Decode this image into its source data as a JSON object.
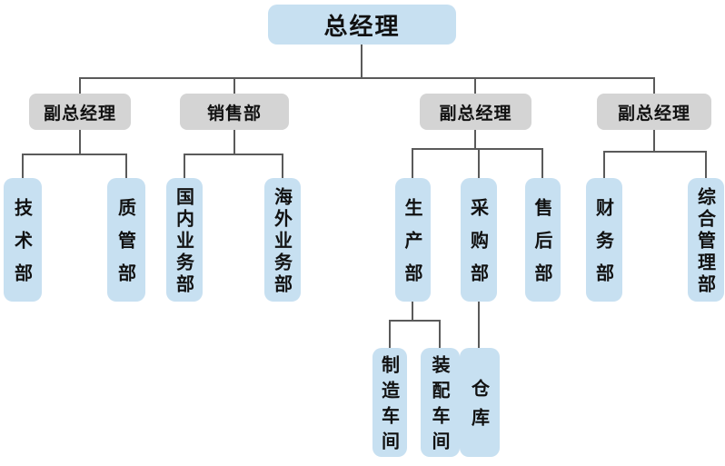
{
  "diagram": {
    "type": "org-chart",
    "root": {
      "label": "总经理"
    },
    "branches": [
      {
        "label": "副总经理",
        "children": [
          {
            "label": "技术部"
          },
          {
            "label": "质管部"
          }
        ]
      },
      {
        "label": "销售部",
        "children": [
          {
            "label": "国内业务部"
          },
          {
            "label": "海外业务部"
          }
        ]
      },
      {
        "label": "副总经理",
        "children": [
          {
            "label": "生产部",
            "children": [
              {
                "label": "制造车间"
              },
              {
                "label": "装配车间"
              }
            ]
          },
          {
            "label": "采购部",
            "children": [
              {
                "label": "仓库"
              }
            ]
          },
          {
            "label": "售后部"
          }
        ]
      },
      {
        "label": "副总经理",
        "children": [
          {
            "label": "财务部"
          },
          {
            "label": "综合管理部"
          }
        ]
      }
    ],
    "colors": {
      "primary_fill": "#c7e0f1",
      "secondary_fill": "#d4d4d4",
      "line": "#5a5a5a",
      "text": "#111111",
      "background": "#ffffff"
    }
  }
}
